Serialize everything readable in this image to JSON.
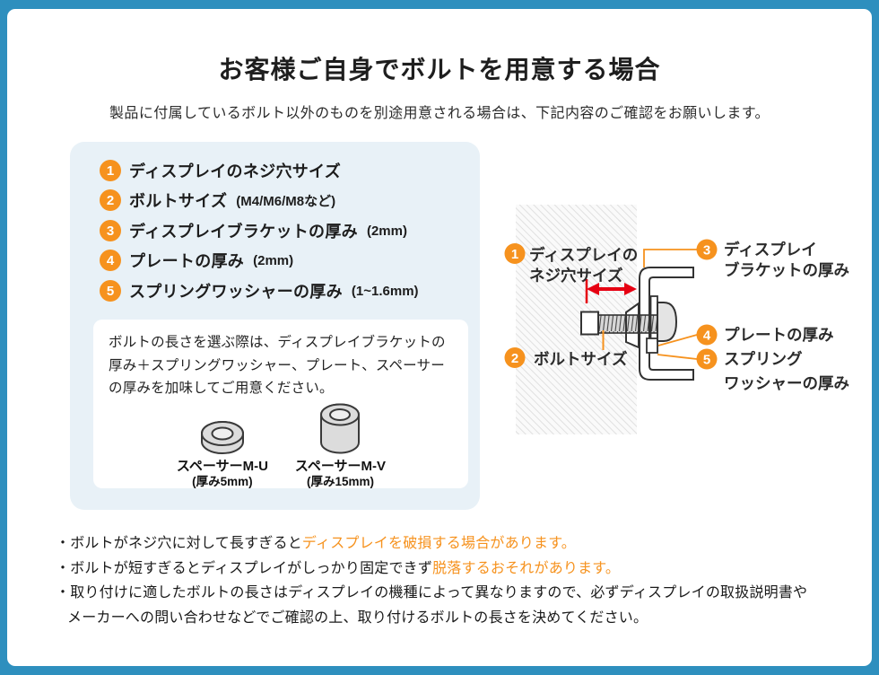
{
  "page": {
    "title": "お客様ご自身でボルトを用意する場合",
    "subtitle": "製品に付属しているボルト以外のものを別途用意される場合は、下記内容のご確認をお願いします。"
  },
  "checklist": {
    "items": [
      {
        "num": "1",
        "label": "ディスプレイのネジ穴サイズ",
        "note": ""
      },
      {
        "num": "2",
        "label": "ボルトサイズ",
        "note": "(M4/M6/M8など)"
      },
      {
        "num": "3",
        "label": "ディスプレイブラケットの厚み",
        "note": "(2mm)"
      },
      {
        "num": "4",
        "label": "プレートの厚み",
        "note": "(2mm)"
      },
      {
        "num": "5",
        "label": "スプリングワッシャーの厚み",
        "note": "(1~1.6mm)"
      }
    ]
  },
  "note_box": {
    "text": "ボルトの長さを選ぶ際は、ディスプレイブラケットの厚み＋スプリングワッシャー、プレート、スペーサーの厚みを加味してご用意ください。",
    "spacers": [
      {
        "name": "スペーサーM-U",
        "thickness": "(厚み5mm)"
      },
      {
        "name": "スペーサーM-V",
        "thickness": "(厚み15mm)"
      }
    ]
  },
  "diagram": {
    "label1": {
      "num": "1",
      "line1": "ディスプレイの",
      "line2": "ネジ穴サイズ"
    },
    "label2": {
      "num": "2",
      "line1": "ボルトサイズ"
    },
    "label3": {
      "num": "3",
      "line1": "ディスプレイ",
      "line2": "ブラケットの厚み"
    },
    "label4": {
      "num": "4",
      "line1": "プレートの厚み"
    },
    "label5": {
      "num": "5",
      "line1": "スプリング",
      "line2": "ワッシャーの厚み"
    }
  },
  "warnings": {
    "line1": {
      "text": "・ボルトがネジ穴に対して長すぎると",
      "highlight": "ディスプレイを破損する場合があります。"
    },
    "line2": {
      "text": "・ボルトが短すぎるとディスプレイがしっかり固定できず",
      "highlight": "脱落するおそれがあります。"
    },
    "line3": {
      "text": "・取り付けに適したボルトの長さはディスプレイの機種によって異なりますので、必ずディスプレイの取扱説明書や",
      "highlight": ""
    },
    "line4": {
      "text": "メーカーへの問い合わせなどでご確認の上、取り付けるボルトの長さを決めてください。",
      "highlight": ""
    }
  },
  "colors": {
    "frame_teal": "#2E8FBE",
    "panel_blue": "#E8F1F7",
    "accent_orange": "#F6921E",
    "arrow_red": "#E60012",
    "text_dark": "#1e1e1e"
  }
}
